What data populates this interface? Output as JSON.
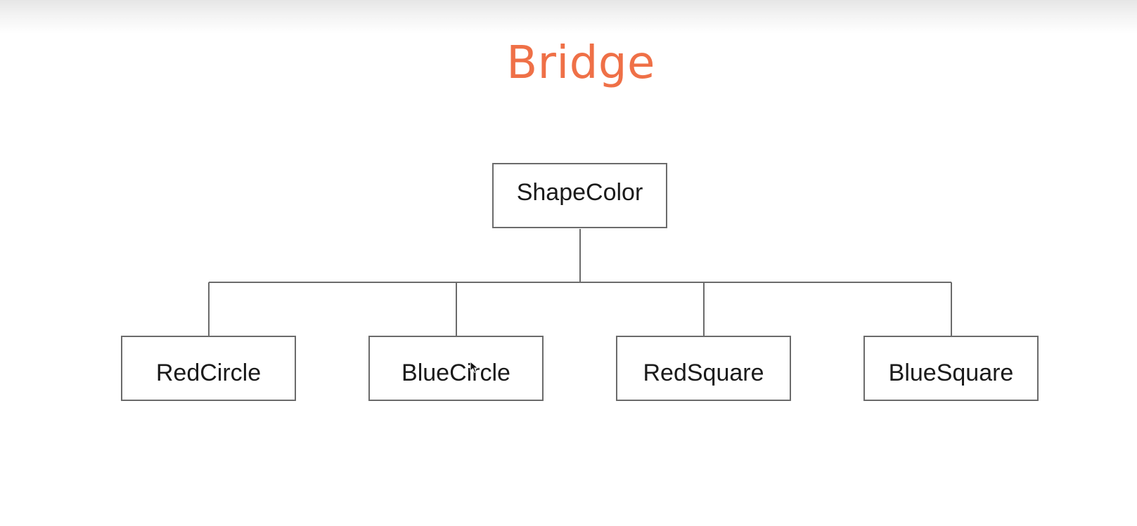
{
  "slide": {
    "title": "Bridge",
    "title_color": "#ef7047"
  },
  "diagram": {
    "root": {
      "label": "ShapeColor"
    },
    "children": [
      {
        "label": "RedCircle"
      },
      {
        "label": "BlueCircle"
      },
      {
        "label": "RedSquare"
      },
      {
        "label": "BlueSquare"
      }
    ],
    "line_color": "#6b6b6b"
  },
  "pointer": {
    "icon": "mouse-cursor-icon"
  }
}
